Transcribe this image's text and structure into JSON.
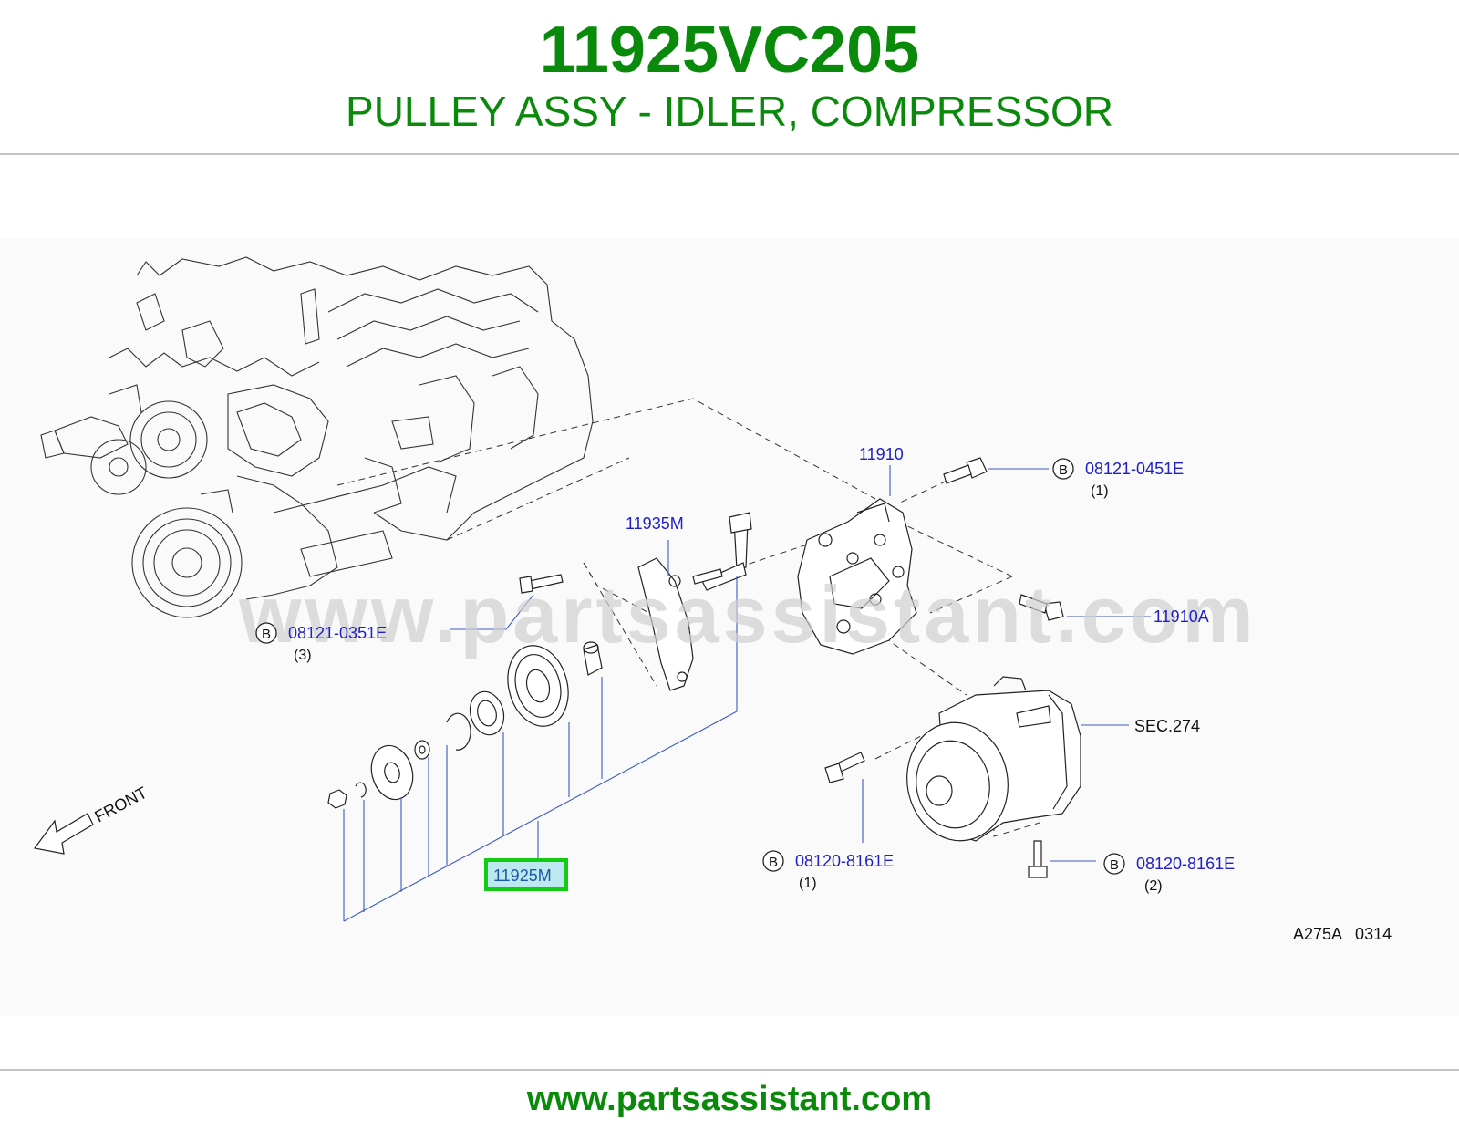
{
  "header": {
    "part_number": "11925VC205",
    "part_name": "PULLEY ASSY - IDLER, COMPRESSOR"
  },
  "diagram": {
    "watermark": "www.partsassistant.com",
    "front_label": "FRONT",
    "callouts": {
      "bracket": "11910",
      "bracket_bolt": "11910A",
      "adjuster": "11935M",
      "highlighted": "11925M",
      "compressor": "SEC.274",
      "figure_code": "A275A   0314"
    },
    "bolts": [
      {
        "marker": "B",
        "part": "08121-0451E",
        "qty": "(1)"
      },
      {
        "marker": "B",
        "part": "08121-0351E",
        "qty": "(3)"
      },
      {
        "marker": "B",
        "part": "08120-8161E",
        "qty": "(1)"
      },
      {
        "marker": "B",
        "part": "08120-8161E",
        "qty": "(2)"
      }
    ],
    "colors": {
      "title_green": "#0a8a0a",
      "callout_blue": "#2020c8",
      "highlight_green": "#11cc11"
    }
  },
  "footer": {
    "url": "www.partsassistant.com"
  }
}
